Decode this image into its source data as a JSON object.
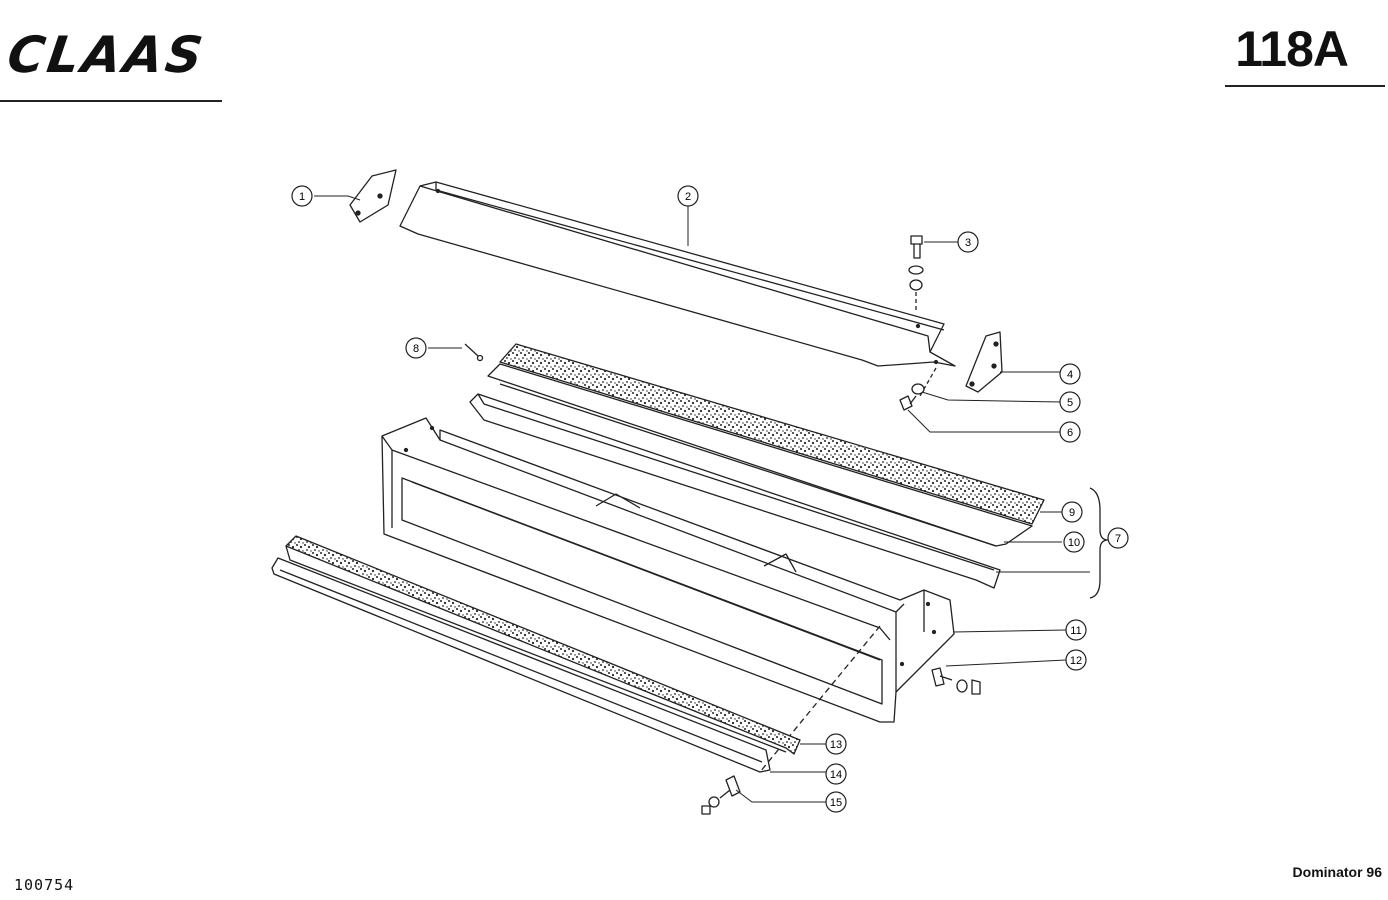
{
  "header": {
    "brand": "CLAAS",
    "page_number": "118A"
  },
  "footer": {
    "document_number": "100754",
    "model": "Dominator 96"
  },
  "callouts": [
    {
      "id": "1",
      "label": "1"
    },
    {
      "id": "2",
      "label": "2"
    },
    {
      "id": "3",
      "label": "3"
    },
    {
      "id": "4",
      "label": "4"
    },
    {
      "id": "5",
      "label": "5"
    },
    {
      "id": "6",
      "label": "6"
    },
    {
      "id": "8",
      "label": "8"
    },
    {
      "id": "9",
      "label": "9"
    },
    {
      "id": "10",
      "label": "10"
    },
    {
      "id": "7",
      "label": "7"
    },
    {
      "id": "11",
      "label": "11"
    },
    {
      "id": "12",
      "label": "12"
    },
    {
      "id": "13",
      "label": "13"
    },
    {
      "id": "14",
      "label": "14"
    },
    {
      "id": "15",
      "label": "15"
    }
  ]
}
